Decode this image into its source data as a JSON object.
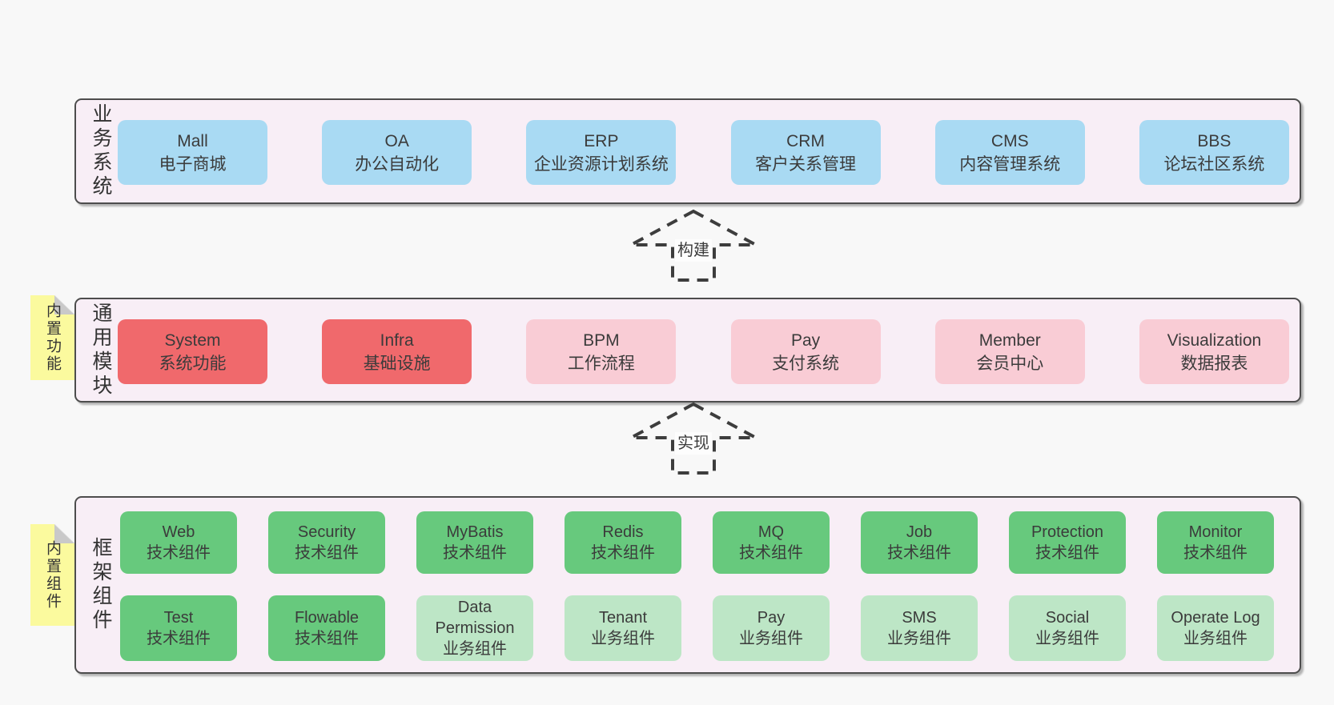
{
  "colors": {
    "pageBg": "#f8f8f8",
    "layerBg": "#f8eef6",
    "layerBorder": "#4d4d4d",
    "blue": "#a9daf3",
    "red": "#f0696c",
    "pink": "#f9ccd5",
    "green": "#67c97d",
    "lightgreen": "#bde6c6",
    "noteYellow": "#fbfa9e",
    "noteFold": "#c9c9c9"
  },
  "arrows": [
    {
      "label": "构建"
    },
    {
      "label": "实现"
    }
  ],
  "layers": [
    {
      "label": "业务系统",
      "rows": [
        [
          {
            "name": "Mall",
            "desc": "电子商城",
            "variant": "blue"
          },
          {
            "name": "OA",
            "desc": "办公自动化",
            "variant": "blue"
          },
          {
            "name": "ERP",
            "desc": "企业资源计划系统",
            "variant": "blue"
          },
          {
            "name": "CRM",
            "desc": "客户关系管理",
            "variant": "blue"
          },
          {
            "name": "CMS",
            "desc": "内容管理系统",
            "variant": "blue"
          },
          {
            "name": "BBS",
            "desc": "论坛社区系统",
            "variant": "blue"
          }
        ]
      ]
    },
    {
      "label": "通用模块",
      "note": "内置功能",
      "rows": [
        [
          {
            "name": "System",
            "desc": "系统功能",
            "variant": "red"
          },
          {
            "name": "Infra",
            "desc": "基础设施",
            "variant": "red"
          },
          {
            "name": "BPM",
            "desc": "工作流程",
            "variant": "pink"
          },
          {
            "name": "Pay",
            "desc": "支付系统",
            "variant": "pink"
          },
          {
            "name": "Member",
            "desc": "会员中心",
            "variant": "pink"
          },
          {
            "name": "Visualization",
            "desc": "数据报表",
            "variant": "pink"
          }
        ]
      ]
    },
    {
      "label": "框架组件",
      "note": "内置组件",
      "rows": [
        [
          {
            "name": "Web",
            "desc": "技术组件",
            "variant": "green"
          },
          {
            "name": "Security",
            "desc": "技术组件",
            "variant": "green"
          },
          {
            "name": "MyBatis",
            "desc": "技术组件",
            "variant": "green"
          },
          {
            "name": "Redis",
            "desc": "技术组件",
            "variant": "green"
          },
          {
            "name": "MQ",
            "desc": "技术组件",
            "variant": "green"
          },
          {
            "name": "Job",
            "desc": "技术组件",
            "variant": "green"
          },
          {
            "name": "Protection",
            "desc": "技术组件",
            "variant": "green"
          },
          {
            "name": "Monitor",
            "desc": "技术组件",
            "variant": "green"
          }
        ],
        [
          {
            "name": "Test",
            "desc": "技术组件",
            "variant": "green"
          },
          {
            "name": "Flowable",
            "desc": "技术组件",
            "variant": "green"
          },
          {
            "name": "Data Permission",
            "desc": "业务组件",
            "variant": "lightgreen"
          },
          {
            "name": "Tenant",
            "desc": "业务组件",
            "variant": "lightgreen"
          },
          {
            "name": "Pay",
            "desc": "业务组件",
            "variant": "lightgreen"
          },
          {
            "name": "SMS",
            "desc": "业务组件",
            "variant": "lightgreen"
          },
          {
            "name": "Social",
            "desc": "业务组件",
            "variant": "lightgreen"
          },
          {
            "name": "Operate Log",
            "desc": "业务组件",
            "variant": "lightgreen"
          }
        ]
      ]
    }
  ]
}
